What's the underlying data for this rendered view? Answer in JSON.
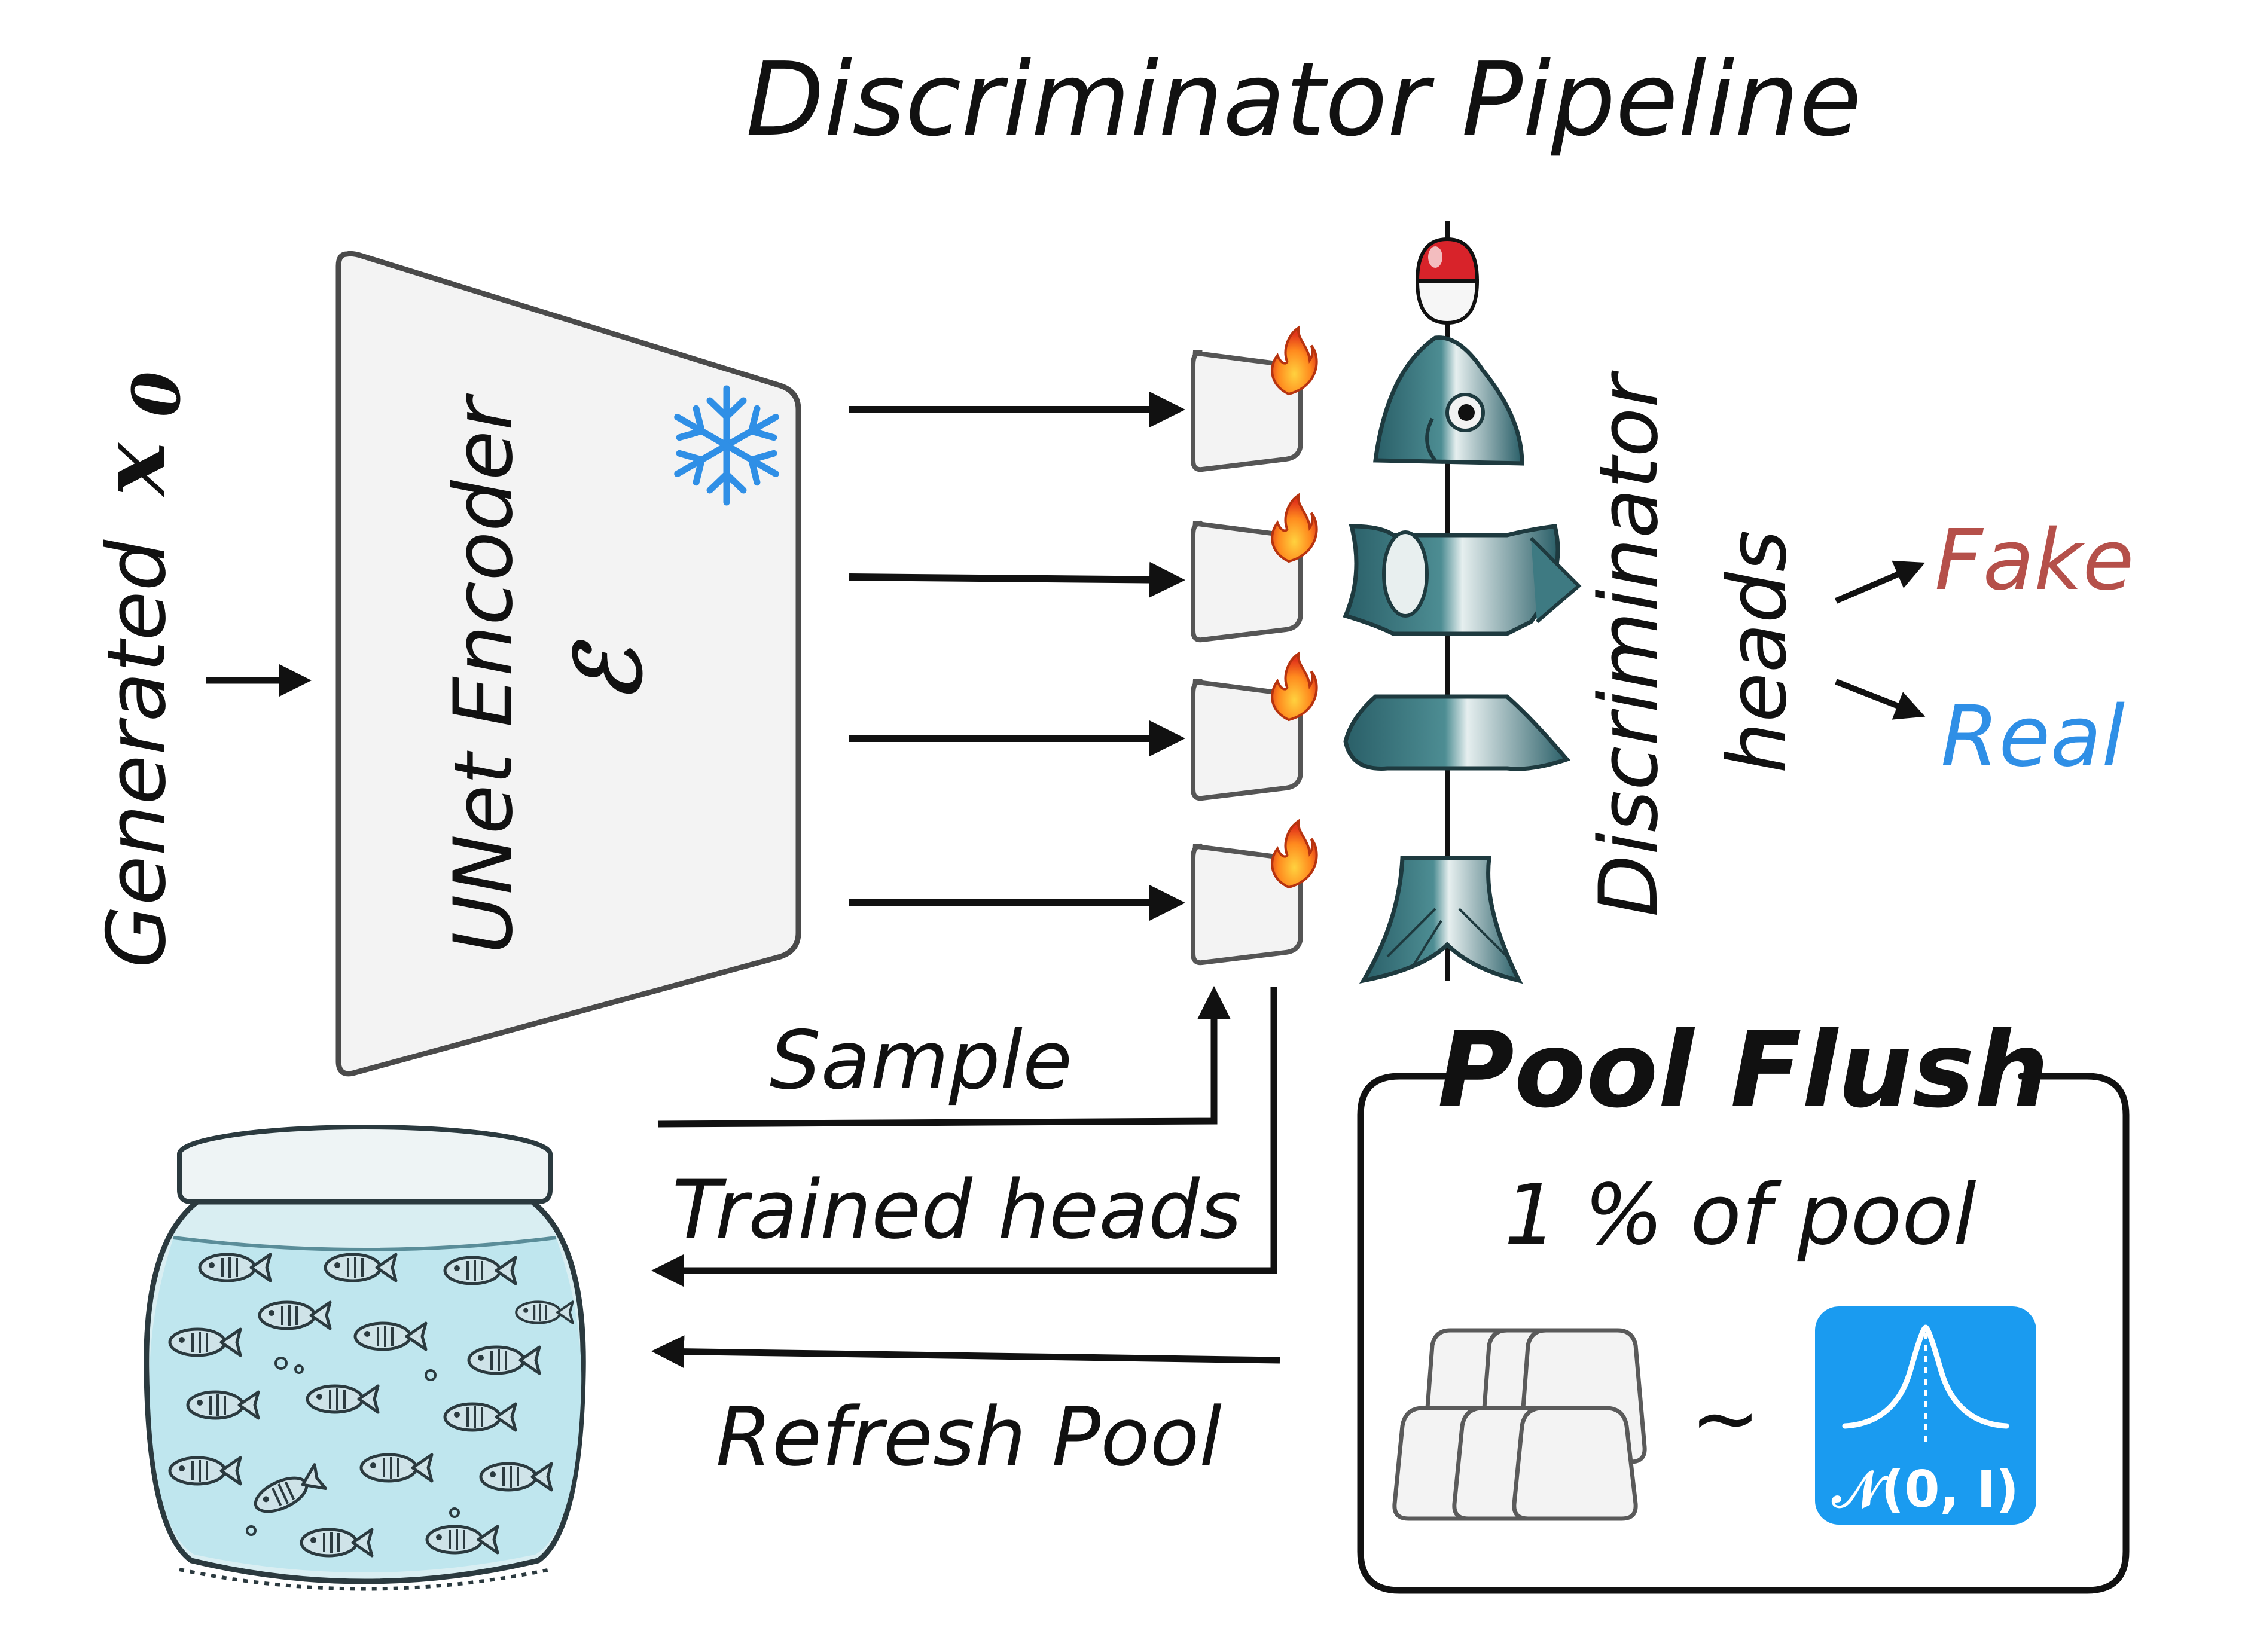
{
  "title": "Discriminator Pipeline",
  "input": {
    "prefix": "Generated",
    "symbol": "x",
    "subscript": "0"
  },
  "encoder": {
    "label": "UNet Encoder",
    "symbol": "ℰ"
  },
  "heads_label": {
    "line1": "Discriminator",
    "line2": "heads"
  },
  "outputs": {
    "fake": "Fake",
    "real": "Real"
  },
  "arrows": {
    "sample": "Sample",
    "trained_heads": "Trained heads",
    "refresh_pool": "Refresh Pool"
  },
  "pool_flush": {
    "title": "Pool Flush",
    "fraction": "1 % of pool",
    "tilde": "~",
    "distribution": "𝒩(0, I)"
  },
  "colors": {
    "fake": "#b5504a",
    "real": "#2f8fe6",
    "snowflake": "#2f8fe6",
    "normal_badge": "#1a9bf0",
    "encoder_fill": "#f3f3f3",
    "fish_teal": "#2e6b73",
    "water": "#bfe6ee"
  },
  "icons": [
    "snowflake-icon",
    "flame-icon",
    "fish-icon",
    "bobber-icon",
    "fish-jar-icon",
    "gaussian-icon"
  ]
}
